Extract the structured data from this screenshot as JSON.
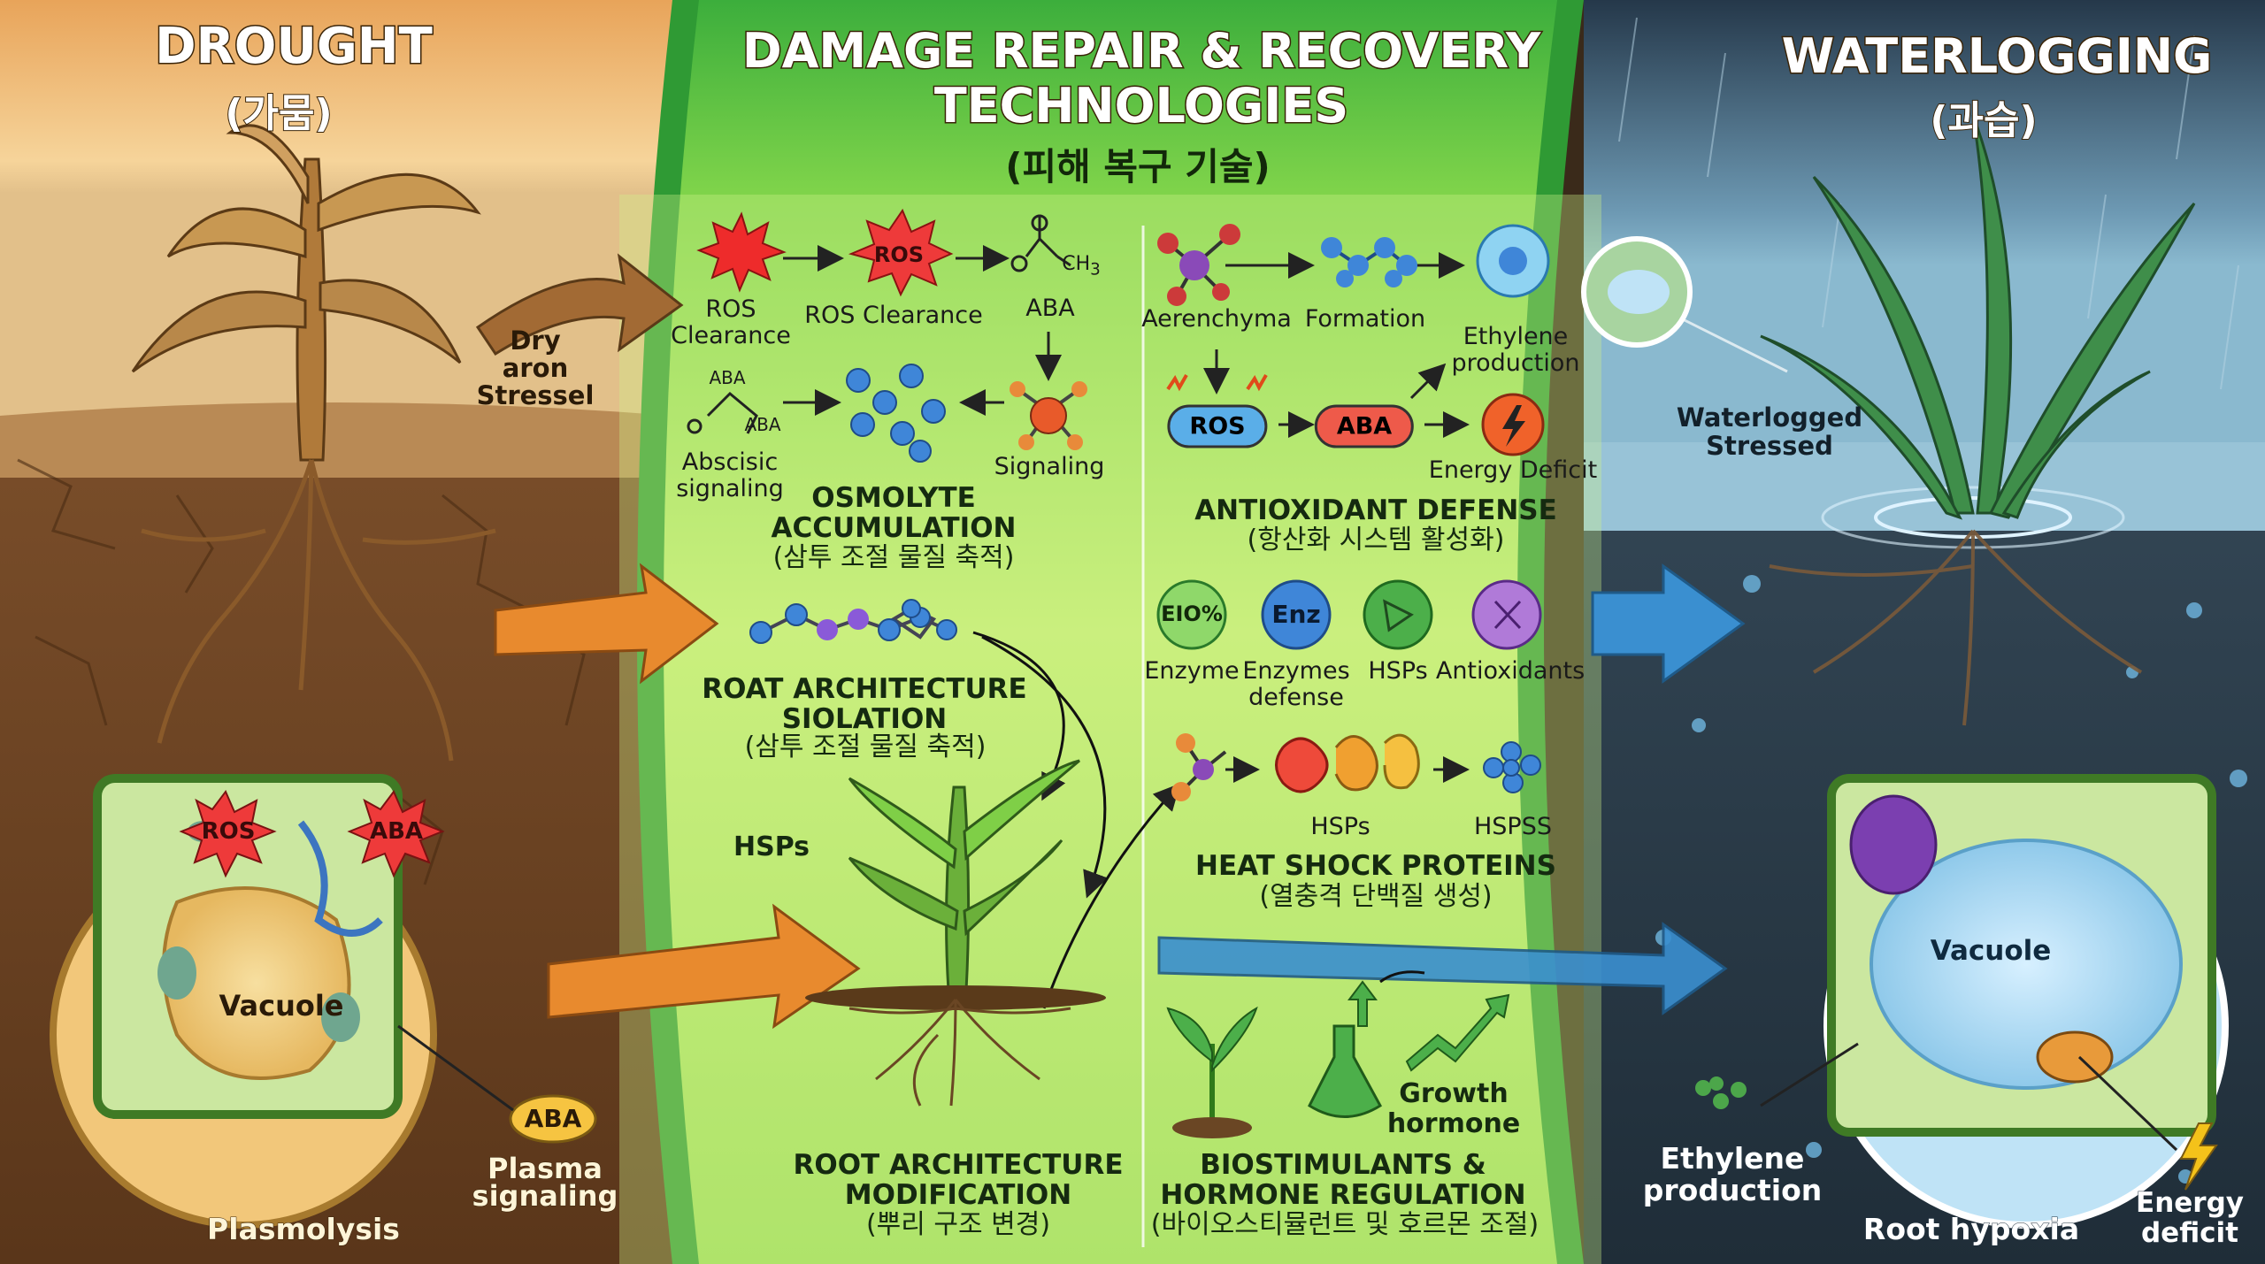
{
  "drought": {
    "title": "DROUGHT",
    "title_ko": "(가뭄)",
    "stress_label": [
      "Dry",
      "aron",
      "Stressel"
    ],
    "cell": {
      "ros": "ROS",
      "aba": "ABA",
      "vacuole": "Vacuole",
      "aba_badge": "ABA",
      "plasma": [
        "Plasma",
        "signaling"
      ],
      "plasmolysis": "Plasmolysis"
    }
  },
  "center": {
    "title_line1": "DAMAGE REPAIR & RECOVERY",
    "title_line2": "TECHNOLOGIES",
    "title_ko": "(피해 복구 기술)",
    "osmolyte": {
      "ros_clearance_1": [
        "ROS",
        "Clearance"
      ],
      "ros_badge": "ROS",
      "ros_clearance_2": "ROS Clearance",
      "aba": "ABA",
      "mol_aba_top": "ABA",
      "mol_aba_right": "ABA",
      "abscisic": [
        "Abscisic",
        "signaling"
      ],
      "signaling": "Signaling",
      "heading": [
        "OSMOLYTE",
        "ACCUMULATION"
      ],
      "heading_ko": "(삼투 조절 물질 축적)"
    },
    "root_isolation": {
      "heading": [
        "ROAT ARCHITECTURE",
        "SIOLATION"
      ],
      "heading_ko": "(삼투 조절 물질 축적)",
      "hsps": "HSPs"
    },
    "root_mod": {
      "heading": [
        "ROOT ARCHITECTURE",
        "MODIFICATION"
      ],
      "heading_ko": "(뿌리 구조 변경)"
    },
    "antioxidant": {
      "aerenchyma": "Aerenchyma",
      "formation": "Formation",
      "ethylene": [
        "Ethylene",
        "production"
      ],
      "ros": "ROS",
      "aba": "ABA",
      "energy": "Energy Deficit",
      "heading": "ANTIOXIDANT DEFENSE",
      "heading_ko": "(항산화 시스템 활성화)"
    },
    "enzymes": {
      "items": [
        {
          "icon": "EIO%",
          "label": [
            "Enzyme"
          ]
        },
        {
          "icon": "Enz",
          "label": [
            "Enzymes",
            "defense"
          ]
        },
        {
          "icon": "",
          "label": [
            "HSPs"
          ]
        },
        {
          "icon": "",
          "label": [
            "Antioxidants"
          ]
        }
      ]
    },
    "heat_shock": {
      "hsps": "HSPs",
      "hspss": "HSPSS",
      "heading": "HEAT SHOCK PROTEINS",
      "heading_ko": "(열충격 단백질 생성)"
    },
    "biostim": {
      "growth": [
        "Growth",
        "hormone"
      ],
      "heading": [
        "BIOSTIMULANTS &",
        "HORMONE REGULATION"
      ],
      "heading_ko": "(바이오스티뮬런트 및 호르몬 조절)"
    }
  },
  "waterlogging": {
    "title": "WATERLOGGING",
    "title_ko": "(과습)",
    "stress_label": [
      "Waterlogged",
      "Stressed"
    ],
    "cell": {
      "vacuole": "Vacuole",
      "ethylene": [
        "Ethylene",
        "production"
      ],
      "hypoxia": "Root hypoxia",
      "energy": [
        "Energy",
        "deficit"
      ]
    }
  },
  "colors": {
    "drought_sky": "#f0b86a",
    "soil": "#6e4424",
    "center_green": "#9fe060",
    "water_blue": "#3d6f95",
    "arrow_orange": "#e88a2e",
    "arrow_blue": "#3a8fd0"
  }
}
